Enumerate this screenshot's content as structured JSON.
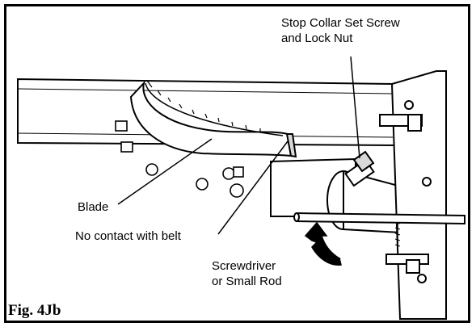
{
  "labels": {
    "stop_collar_line1": "Stop Collar Set Screw",
    "stop_collar_line2": "and Lock Nut",
    "blade": "Blade",
    "no_contact": "No contact with belt",
    "screwdriver_line1": "Screwdriver",
    "screwdriver_line2": "or Small Rod"
  },
  "figure_label": "Fig. 4Jb",
  "colors": {
    "line": "#000000",
    "background": "#ffffff",
    "shade": "#d9d9d9"
  }
}
